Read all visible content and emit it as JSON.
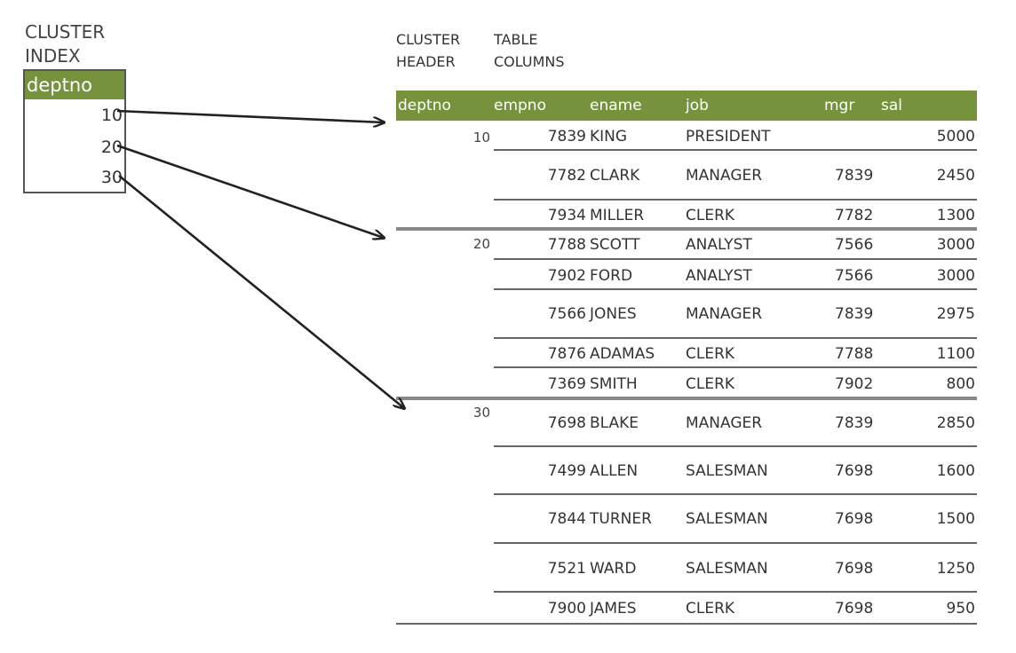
{
  "cluster_index_title": [
    "CLUSTER",
    "INDEX"
  ],
  "cluster_header_title": [
    "CLUSTER",
    "HEADER"
  ],
  "table_columns_title": [
    "TABLE",
    "COLUMNS"
  ],
  "index": {
    "header": "deptno",
    "values": [
      "10",
      "20",
      "30"
    ]
  },
  "table": {
    "headers": [
      "deptno",
      "empno",
      "ename",
      "job",
      "mgr",
      "sal"
    ],
    "groups": [
      {
        "deptno": "10",
        "rows": [
          {
            "empno": "7839",
            "ename": "KING",
            "job": "PRESIDENT",
            "mgr": "",
            "sal": "5000"
          },
          {
            "empno": "7782",
            "ename": "CLARK",
            "job": "MANAGER",
            "mgr": "7839",
            "sal": "2450"
          },
          {
            "empno": "7934",
            "ename": "MILLER",
            "job": "CLERK",
            "mgr": "7782",
            "sal": "1300"
          }
        ]
      },
      {
        "deptno": "20",
        "rows": [
          {
            "empno": "7788",
            "ename": "SCOTT",
            "job": "ANALYST",
            "mgr": "7566",
            "sal": "3000"
          },
          {
            "empno": "7902",
            "ename": "FORD",
            "job": "ANALYST",
            "mgr": "7566",
            "sal": "3000"
          },
          {
            "empno": "7566",
            "ename": "JONES",
            "job": "MANAGER",
            "mgr": "7839",
            "sal": "2975"
          },
          {
            "empno": "7876",
            "ename": "ADAMAS",
            "job": "CLERK",
            "mgr": "7788",
            "sal": "1100"
          },
          {
            "empno": "7369",
            "ename": "SMITH",
            "job": "CLERK",
            "mgr": "7902",
            "sal": "800"
          }
        ]
      },
      {
        "deptno": "30",
        "rows": [
          {
            "empno": "7698",
            "ename": "BLAKE",
            "job": "MANAGER",
            "mgr": "7839",
            "sal": "2850"
          },
          {
            "empno": "7499",
            "ename": "ALLEN",
            "job": "SALESMAN",
            "mgr": "7698",
            "sal": "1600"
          },
          {
            "empno": "7844",
            "ename": "TURNER",
            "job": "SALESMAN",
            "mgr": "7698",
            "sal": "1500"
          },
          {
            "empno": "7521",
            "ename": "WARD",
            "job": "SALESMAN",
            "mgr": "7698",
            "sal": "1250"
          },
          {
            "empno": "7900",
            "ename": "JAMES",
            "job": "CLERK",
            "mgr": "7698",
            "sal": "950"
          }
        ]
      }
    ]
  },
  "colors": {
    "header_green": "#76923c",
    "rule": "#666666"
  }
}
